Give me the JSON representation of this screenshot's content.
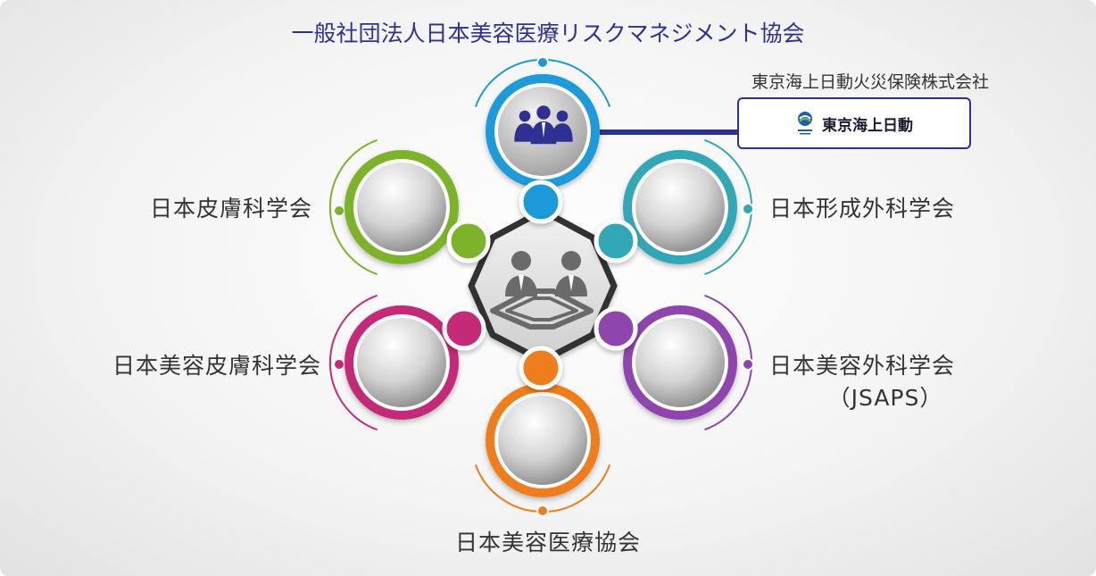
{
  "title": "一般社団法人日本美容医療リスクマネジメント協会",
  "partner": {
    "name": "東京海上日動火災保険株式会社",
    "logo_text": "東京海上日動",
    "logo_icon": "tokio-marine-logo-icon"
  },
  "center": {
    "icon": "meeting-people-icon"
  },
  "nodes": {
    "association": {
      "icon": "group-people-icon",
      "color": "#1a9ad9"
    },
    "dermatology": {
      "label": "日本皮膚科学会",
      "color": "#7cb32a"
    },
    "plastic_surgery": {
      "label": "日本形成外科学会",
      "color": "#31a7b5"
    },
    "aesthetic_dermatology": {
      "label": "日本美容皮膚科学会",
      "color": "#c52b79"
    },
    "aesthetic_surgery": {
      "label": "日本美容外科学会",
      "sublabel": "（JSAPS）",
      "color": "#8e44ad"
    },
    "medical_association": {
      "label": "日本美容医療協会",
      "color": "#f07d1a"
    }
  },
  "colors": {
    "title": "#2e3192",
    "connector": "#2e3192"
  }
}
